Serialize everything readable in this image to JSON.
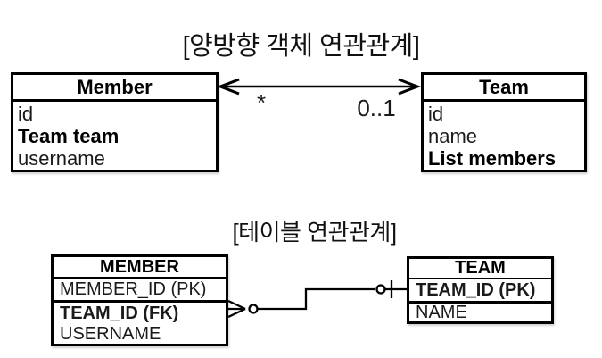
{
  "object_diagram": {
    "title": "[양방향 객체 연관관계]",
    "member_class": {
      "name": "Member",
      "fields": [
        "id",
        "Team team",
        "username"
      ]
    },
    "team_class": {
      "name": "Team",
      "fields": [
        "id",
        "name",
        "List members"
      ]
    },
    "association": {
      "member_multiplicity": "*",
      "team_multiplicity": "0..1",
      "arrow_style": "bidirectional"
    }
  },
  "table_diagram": {
    "title": "[테이블 연관관계]",
    "member_table": {
      "name": "MEMBER",
      "columns": [
        "MEMBER_ID (PK)",
        "TEAM_ID (FK)",
        "USERNAME"
      ]
    },
    "team_table": {
      "name": "TEAM",
      "columns": [
        "TEAM_ID (PK)",
        "NAME"
      ]
    },
    "relationship": {
      "member_end_icon": "crow-foot-zero-or-many-icon",
      "team_end_icon": "zero-or-one-icon"
    }
  },
  "colors": {
    "background": "#ffffff",
    "line": "#000000",
    "text": "#000000"
  }
}
